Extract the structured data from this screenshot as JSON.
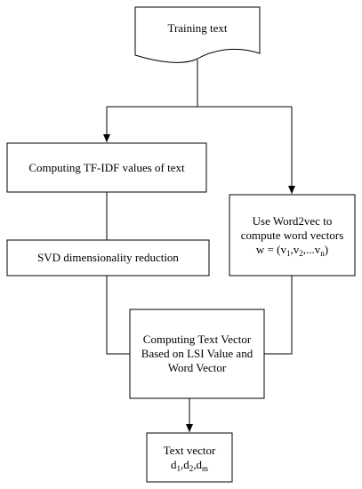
{
  "nodes": {
    "training_text": {
      "label": "Training text"
    },
    "tfidf": {
      "label": "Computing TF-IDF values of text"
    },
    "svd": {
      "label": "SVD dimensionality reduction"
    },
    "word2vec": {
      "line1": "Use Word2vec to",
      "line2": "compute word vectors",
      "line3": "w = (v1,v2,...vn)"
    },
    "compute_vector": {
      "line1": "Computing Text Vector",
      "line2": "Based on LSI Value and",
      "line3": "Word Vector"
    },
    "text_vector": {
      "line1": "Text vector",
      "line2": "d1,d2,dm"
    }
  },
  "edges": [
    {
      "from": "training_text",
      "to": "tfidf"
    },
    {
      "from": "training_text",
      "to": "word2vec"
    },
    {
      "from": "tfidf",
      "to": "svd"
    },
    {
      "from": "svd",
      "to": "compute_vector"
    },
    {
      "from": "word2vec",
      "to": "compute_vector"
    },
    {
      "from": "compute_vector",
      "to": "text_vector"
    }
  ],
  "colors": {
    "stroke": "#000000",
    "fill": "#ffffff",
    "text": "#000000"
  }
}
